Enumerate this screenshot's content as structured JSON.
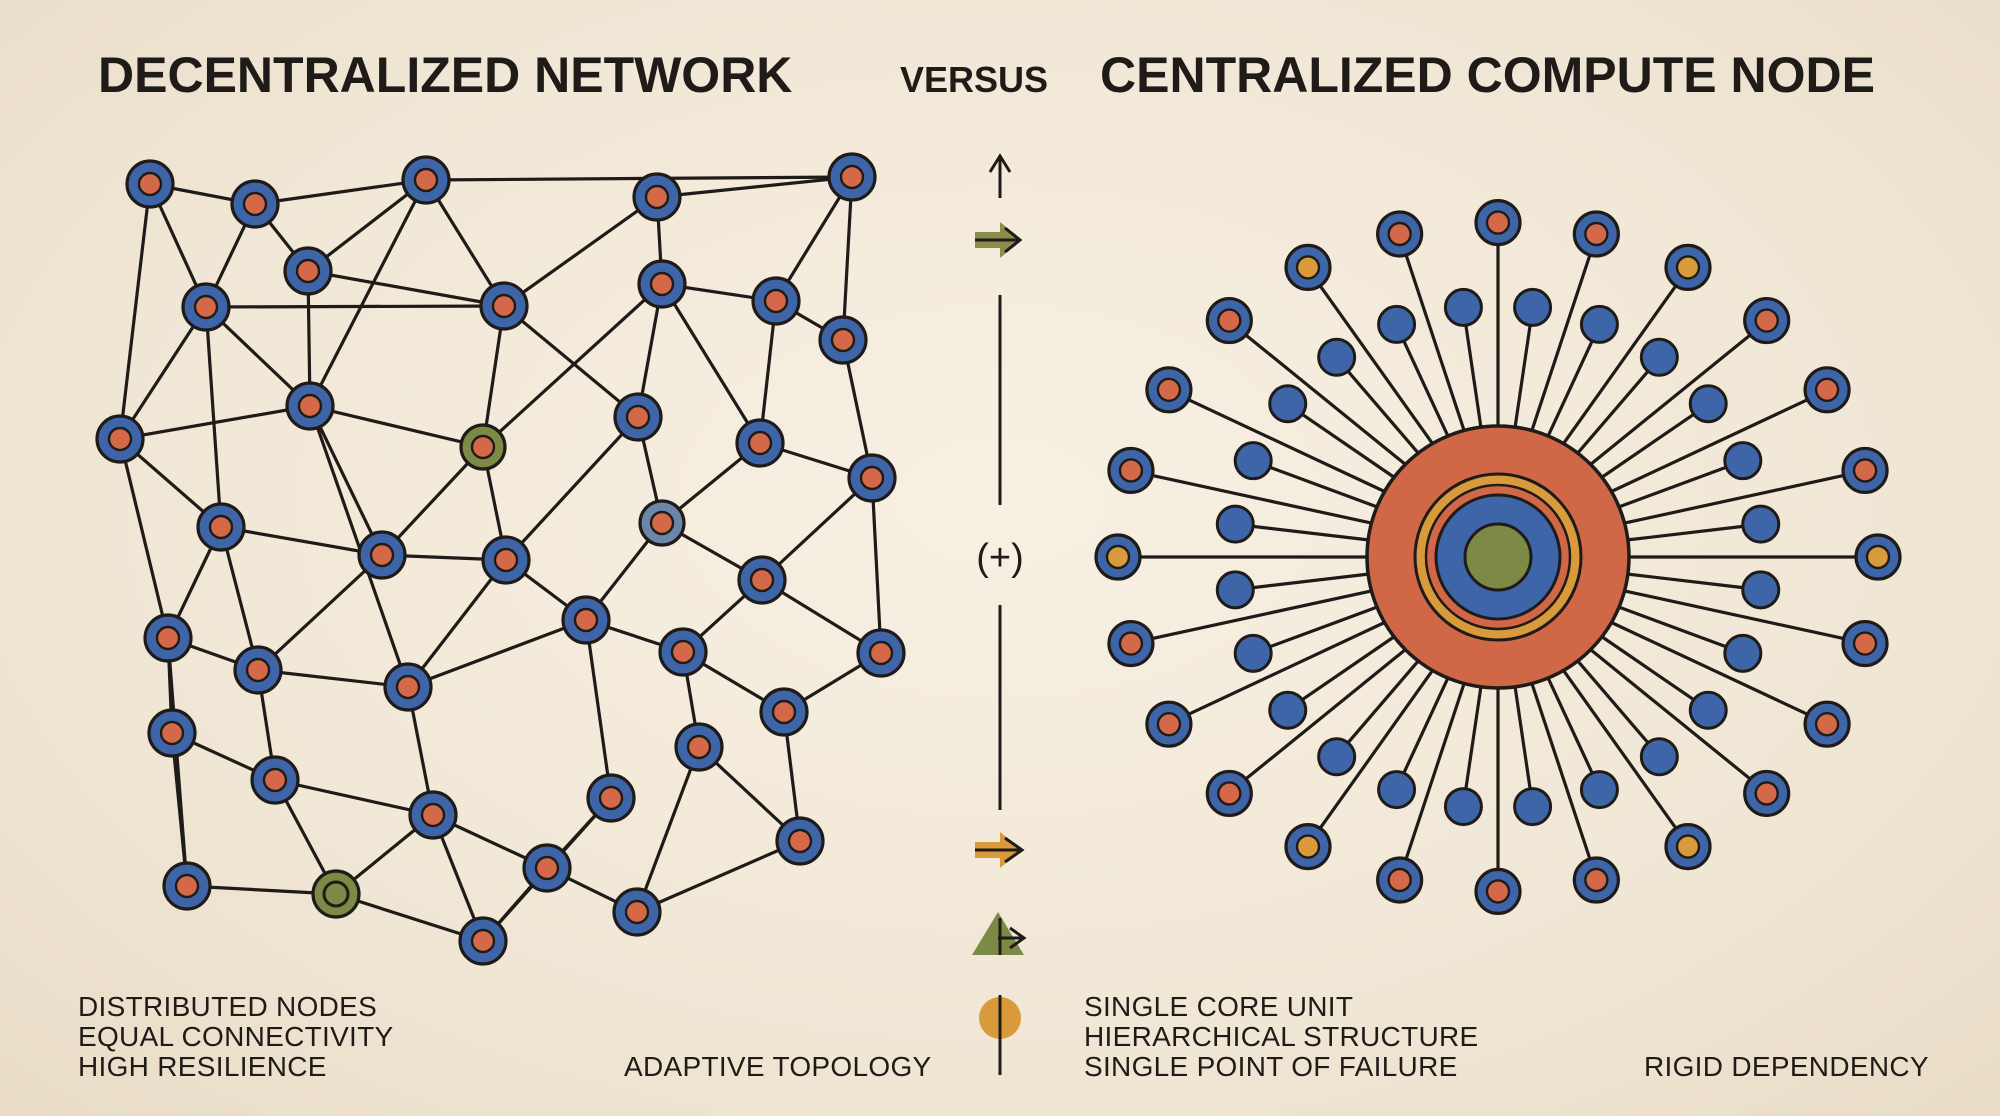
{
  "titles": {
    "left": "DECENTRALIZED NETWORK",
    "middle": "VERSUS",
    "right": "CENTRALIZED COMPUTE NODE"
  },
  "middle_symbol": "(+)",
  "left_labels": [
    "DISTRIBUTED NODES",
    "EQUAL CONNECTIVITY",
    "HIGH RESILIENCE"
  ],
  "left_tag": "ADAPTIVE TOPOLOGY",
  "right_labels": [
    "SINGLE CORE UNIT",
    "HIERARCHICAL STRUCTURE",
    "SINGLE POINT OF FAILURE"
  ],
  "right_tag": "RIGID DEPENDENCY",
  "colors": {
    "paper": "#f1e8d8",
    "ink": "#1e1b18",
    "blue": "#3e65a8",
    "orange_red": "#d4694a",
    "mustard": "#d99a3c",
    "olive": "#7d8a45",
    "hub_red": "#d06848"
  },
  "decentralized_network": {
    "node_count": 40,
    "special_nodes": [
      "olive-green node (center)",
      "olive-green node (bottom)",
      "muted blue node (right)"
    ]
  },
  "centralized_hub": {
    "rings": [
      "outer red",
      "mustard",
      "blue",
      "olive core"
    ],
    "spoke_count": 24,
    "inner_node_count": 24
  }
}
